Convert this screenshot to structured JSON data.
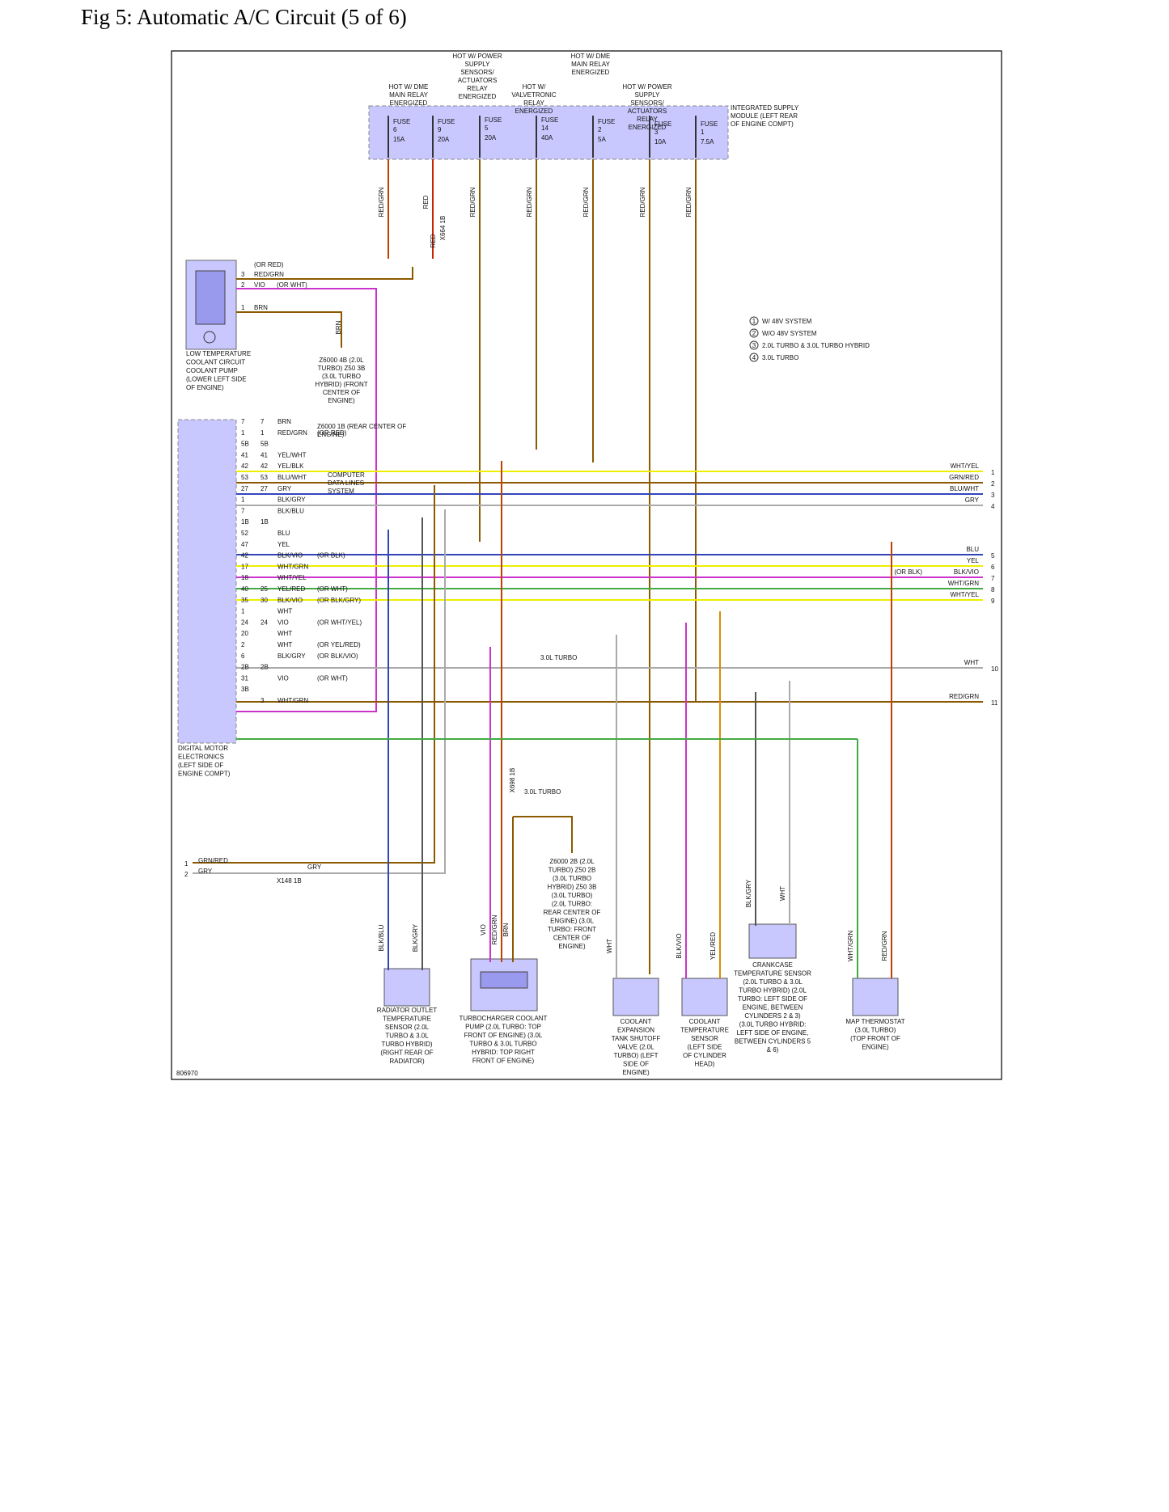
{
  "page": {
    "title": "Fig 5: Automatic A/C Circuit (5 of 6)"
  },
  "diagram": {
    "figure_id": "806970",
    "headers": [
      "HOT W/ DME MAIN RELAY ENERGIZED",
      "HOT W/ POWER SUPPLY SENSORS/ ACTUATORS RELAY ENERGIZED",
      "HOT W/ VALVETRONIC RELAY ENERGIZED",
      "HOT W/ DME MAIN RELAY ENERGIZED",
      "HOT W/ POWER SUPPLY SENSORS/ ACTUATORS RELAY ENERGIZED"
    ],
    "integrated_supply_module": "INTEGRATED SUPPLY MODULE (LEFT REAR OF ENGINE COMPT)",
    "fuses": [
      {
        "name": "FUSE",
        "num": "6",
        "amp": "15A"
      },
      {
        "name": "FUSE",
        "num": "9",
        "amp": "20A"
      },
      {
        "name": "FUSE",
        "num": "5",
        "amp": "20A"
      },
      {
        "name": "FUSE",
        "num": "14",
        "amp": "40A"
      },
      {
        "name": "FUSE",
        "num": "2",
        "amp": "5A"
      },
      {
        "name": "FUSE",
        "num": "3",
        "amp": "10A"
      },
      {
        "name": "FUSE",
        "num": "1",
        "amp": "7.5A"
      }
    ],
    "legend": [
      {
        "mark": "1",
        "text": "W/ 48V SYSTEM"
      },
      {
        "mark": "2",
        "text": "W/O 48V SYSTEM"
      },
      {
        "mark": "3",
        "text": "2.0L TURBO & 3.0L TURBO HYBRID"
      },
      {
        "mark": "4",
        "text": "3.0L TURBO"
      }
    ],
    "components": {
      "pump": "LOW TEMPERATURE COOLANT CIRCUIT COOLANT PUMP (LOWER LEFT SIDE OF ENGINE)",
      "dme": "DIGITAL MOTOR ELECTRONICS (LEFT SIDE OF ENGINE COMPT)",
      "radiator_sensor": "RADIATOR OUTLET TEMPERATURE SENSOR (2.0L TURBO & 3.0L TURBO HYBRID) (RIGHT REAR OF RADIATOR)",
      "turbo_pump": "TURBOCHARGER COOLANT PUMP (2.0L TURBO: TOP FRONT OF ENGINE) (3.0L TURBO & 3.0L TURBO HYBRID: TOP RIGHT FRONT OF ENGINE)",
      "shutoff_valve": "COOLANT EXPANSION TANK SHUTOFF VALVE (2.0L TURBO) (LEFT SIDE OF ENGINE)",
      "coolant_temp": "COOLANT TEMPERATURE SENSOR (LEFT SIDE OF CYLINDER HEAD)",
      "crankcase": "CRANKCASE TEMPERATURE SENSOR (2.0L TURBO & 3.0L TURBO HYBRID) (2.0L TURBO: LEFT SIDE OF ENGINE, BETWEEN CYLINDERS 2 & 3) (3.0L TURBO HYBRID: LEFT SIDE OF ENGINE, BETWEEN CYLINDERS 5 & 6)",
      "thermostat": "MAP THERMOSTAT (3.0L TURBO) (TOP FRONT OF ENGINE)"
    },
    "grounds": {
      "g1": "Z6000 4B (2.0L TURBO) Z50 3B (3.0L TURBO HYBRID) (FRONT CENTER OF ENGINE)",
      "g2": "Z6000 1B (REAR CENTER OF ENGINE)",
      "g3": "Z6000 2B (2.0L TURBO) Z50 2B (3.0L TURBO HYBRID) Z50 3B (3.0L TURBO) (2.0L TURBO: REAR CENTER OF ENGINE) (3.0L TURBO: FRONT CENTER OF ENGINE)"
    },
    "connectors": {
      "x664": "X664 1B",
      "x698": "X698 1B",
      "x148": "X148 1B"
    },
    "notes": {
      "data_lines": "COMPUTER DATA LINES SYSTEM",
      "turbo30": "3.0L TURBO"
    },
    "dme_pins": [
      {
        "a": "7",
        "b": "7",
        "wire": "BRN",
        "alt": ""
      },
      {
        "a": "1",
        "b": "1",
        "wire": "RED/GRN",
        "alt": "(OR RED)"
      },
      {
        "a": "5B",
        "b": "5B",
        "wire": "",
        "alt": ""
      },
      {
        "a": "41",
        "b": "41",
        "wire": "YEL/WHT",
        "alt": ""
      },
      {
        "a": "42",
        "b": "42",
        "wire": "YEL/BLK",
        "alt": ""
      },
      {
        "a": "53",
        "b": "53",
        "wire": "BLU/WHT",
        "alt": ""
      },
      {
        "a": "27",
        "b": "27",
        "wire": "GRY",
        "alt": ""
      },
      {
        "a": "1",
        "b": "",
        "wire": "BLK/GRY",
        "alt": ""
      },
      {
        "a": "7",
        "b": "",
        "wire": "BLK/BLU",
        "alt": ""
      },
      {
        "a": "1B",
        "b": "1B",
        "wire": "",
        "alt": ""
      },
      {
        "a": "52",
        "b": "",
        "wire": "BLU",
        "alt": ""
      },
      {
        "a": "47",
        "b": "",
        "wire": "YEL",
        "alt": ""
      },
      {
        "a": "42",
        "b": "",
        "wire": "BLK/VIO",
        "alt": "(OR BLK)"
      },
      {
        "a": "17",
        "b": "",
        "wire": "WHT/GRN",
        "alt": ""
      },
      {
        "a": "18",
        "b": "",
        "wire": "WHT/YEL",
        "alt": ""
      },
      {
        "a": "40",
        "b": "25",
        "wire": "YEL/RED",
        "alt": "(OR WHT)"
      },
      {
        "a": "35",
        "b": "30",
        "wire": "BLK/VIO",
        "alt": "(OR BLK/GRY)"
      },
      {
        "a": "1",
        "b": "",
        "wire": "WHT",
        "alt": ""
      },
      {
        "a": "24",
        "b": "24",
        "wire": "VIO",
        "alt": "(OR WHT/YEL)"
      },
      {
        "a": "20",
        "b": "",
        "wire": "WHT",
        "alt": ""
      },
      {
        "a": "2",
        "b": "",
        "wire": "WHT",
        "alt": "(OR YEL/RED)"
      },
      {
        "a": "6",
        "b": "",
        "wire": "BLK/GRY",
        "alt": "(OR BLK/VIO)"
      },
      {
        "a": "2B",
        "b": "2B",
        "wire": "",
        "alt": ""
      },
      {
        "a": "31",
        "b": "",
        "wire": "VIO",
        "alt": "(OR WHT)"
      },
      {
        "a": "3B",
        "b": "",
        "wire": "",
        "alt": ""
      },
      {
        "a": "",
        "b": "3",
        "wire": "WHT/GRN",
        "alt": ""
      }
    ],
    "right_lines": [
      {
        "n": "1",
        "c": "WHT/YEL"
      },
      {
        "n": "2",
        "c": "GRN/RED"
      },
      {
        "n": "3",
        "c": "BLU/WHT"
      },
      {
        "n": "4",
        "c": "GRY"
      },
      {
        "n": "5",
        "c": "BLU"
      },
      {
        "n": "6",
        "c": "YEL"
      },
      {
        "n": "7",
        "c": "BLK/VIO"
      },
      {
        "n": "8",
        "c": "WHT/GRN"
      },
      {
        "n": "9",
        "c": "WHT/YEL"
      },
      {
        "n": "10",
        "c": "WHT"
      },
      {
        "n": "11",
        "c": "RED/GRN"
      }
    ],
    "left_bottom": [
      {
        "n": "1",
        "c": "GRN/RED"
      },
      {
        "n": "2",
        "c": "GRY"
      }
    ],
    "colors": {
      "brn": "#8b5a00",
      "red": "#cc2200",
      "redgrn": "#c04000",
      "vio": "#cc33cc",
      "blu": "#3344bb",
      "yel": "#eeee00",
      "grn": "#44aa44",
      "gry": "#aaaaaa",
      "blk": "#555555",
      "orange": "#e08a00",
      "module": "#c8c8ff"
    }
  }
}
